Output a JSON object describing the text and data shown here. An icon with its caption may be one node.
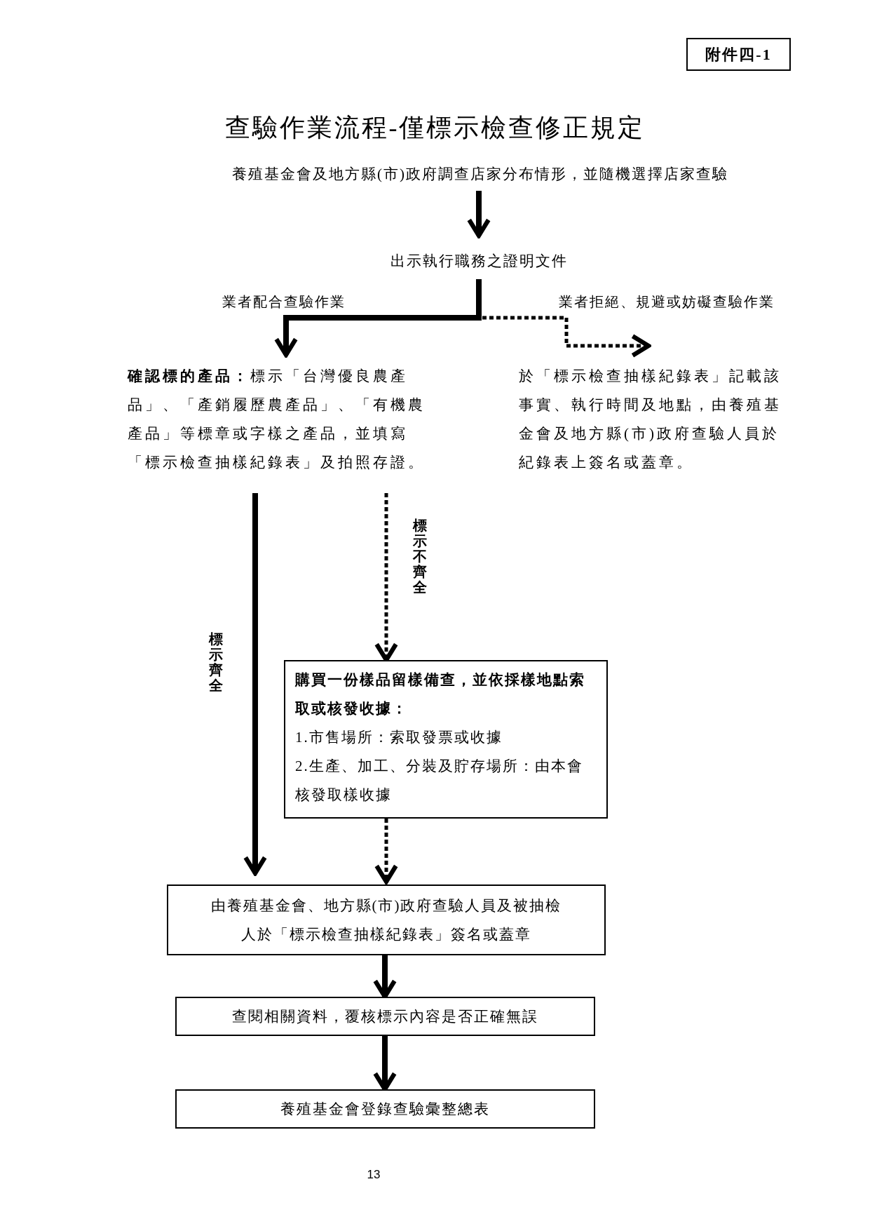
{
  "diagram": {
    "title": "查驗作業流程-僅標示檢查修正規定",
    "nodes": [
      {
        "text": [
          "附件四-1"
        ]
      },
      {
        "text": [
          "養殖基金會及地方縣(市)政府調查店家分布情形，並隨機選擇店家查驗"
        ]
      },
      {
        "text": [
          "出示執行職務之證明文件"
        ]
      },
      {
        "text": [
          "**確認標的產品：**標示「台灣優良農產品」、「產銷履歷農產品」、「有機農產品」等標章或字樣之產品，並填寫「標示檢查抽樣紀錄表」及拍照存證。"
        ]
      },
      {
        "text": [
          "於「標示檢查抽樣紀錄表」記載該事實、執行時間及地點，由養殖基金會及地方縣(市)政府查驗人員於紀錄表上簽名或蓋章。"
        ]
      },
      {
        "text": [
          "購買一份樣品留樣備查，並依採樣地點索取或核發收據：",
          "1.市售場所：索取發票或收據",
          "2.生產、加工、分裝及貯存場所：由本會核發取樣收據"
        ]
      },
      {
        "text": [
          "由養殖基金會、地方縣(市)政府查驗人員及被抽檢人於「標示檢查抽樣紀錄表」簽名或蓋章"
        ]
      },
      {
        "text": [
          "查閱相關資料，覆核標示內容是否正確無誤"
        ]
      },
      {
        "text": [
          "養殖基金會登錄查驗彙整總表"
        ]
      }
    ],
    "edges": [
      {
        "from": 1,
        "to": 2,
        "arrow": "to"
      },
      {
        "from": 2,
        "to": 3,
        "arrow": "to",
        "label": "業者配合查驗作業"
      },
      {
        "from": 2,
        "to": 4,
        "arrow": "to",
        "label": "業者拒絕、規避或妨礙查驗作業",
        "style": "dashed"
      },
      {
        "from": 3,
        "to": 6,
        "arrow": "to",
        "label": "標示齊全"
      },
      {
        "from": 3,
        "to": 5,
        "arrow": "to",
        "label": "標示不齊全",
        "style": "dashed"
      },
      {
        "from": 5,
        "to": 6,
        "arrow": "to",
        "style": "dashed"
      },
      {
        "from": 6,
        "to": 7,
        "arrow": "to"
      },
      {
        "from": 7,
        "to": 8,
        "arrow": "to"
      }
    ],
    "labels": [
      "13"
    ]
  }
}
